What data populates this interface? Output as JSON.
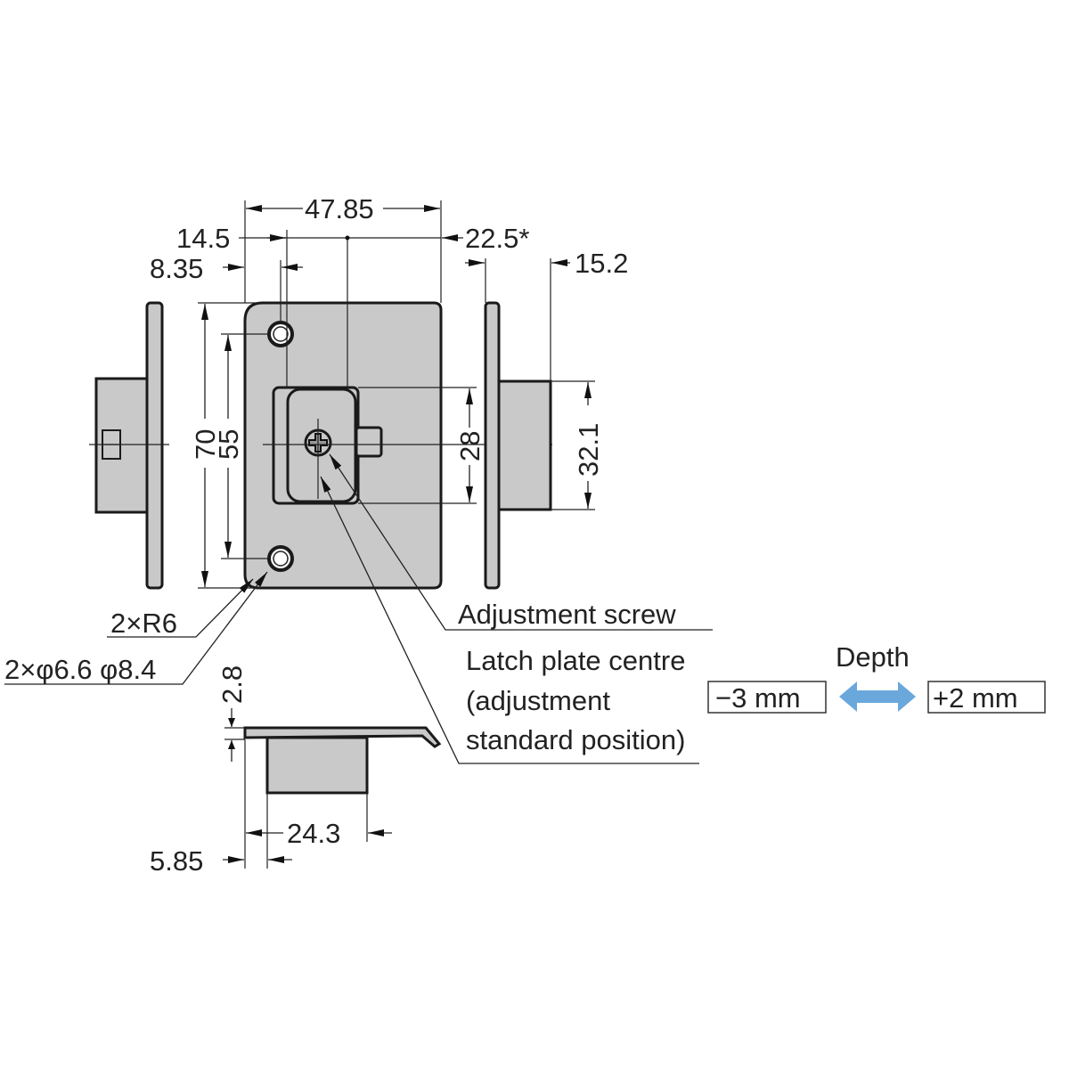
{
  "dimensions": {
    "overall_width": "47.85",
    "hole_offset": "14.5",
    "hole_edge": "8.35",
    "center_offset": "22.5*",
    "depth_body": "15.2",
    "height": "70",
    "hole_pitch": "55",
    "latch_height": "28",
    "body_height": "32.1",
    "plate_thickness": "2.8",
    "body_width": "24.3",
    "body_offset": "5.85"
  },
  "labels": {
    "radius": "2×R6",
    "holes": "2×φ6.6 φ8.4",
    "adjustment_screw": "Adjustment screw",
    "latch_centre_line1": "Latch plate centre",
    "latch_centre_line2": "(adjustment",
    "latch_centre_line3": "standard position)"
  },
  "depth": {
    "title": "Depth",
    "minus": "−3 mm",
    "plus": "+2 mm",
    "arrow_color": "#6aa8dc"
  }
}
